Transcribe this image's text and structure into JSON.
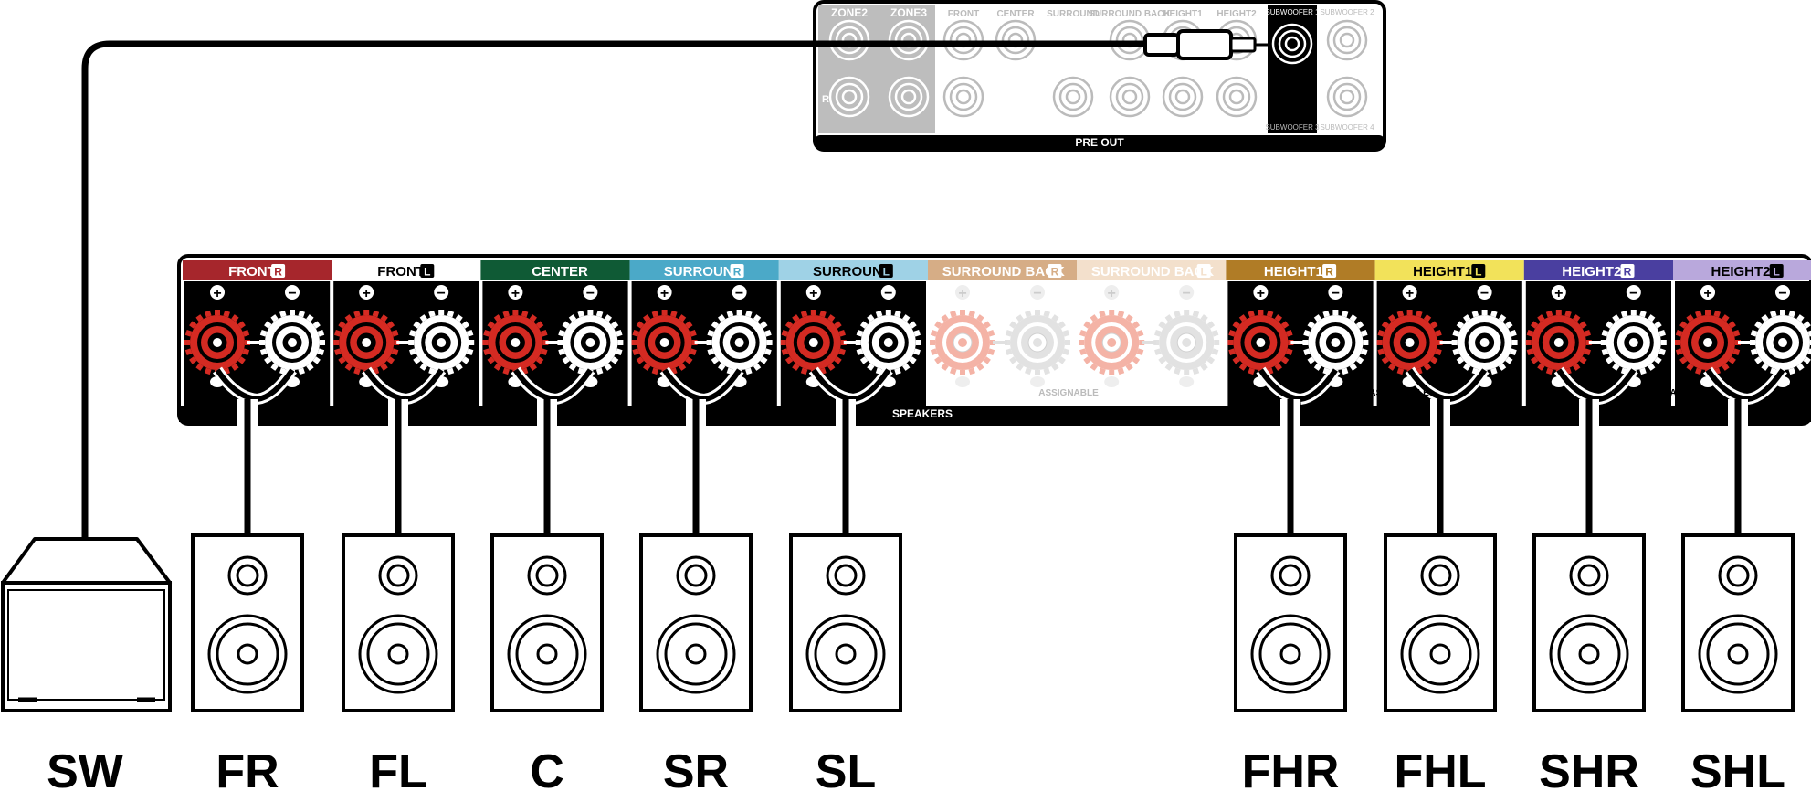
{
  "preout": {
    "title": "PRE OUT",
    "top_labels": [
      "ZONE2",
      "ZONE3",
      "FRONT",
      "CENTER",
      "SURROUND",
      "SURROUND BACK",
      "HEIGHT1",
      "HEIGHT2"
    ],
    "r_marker": "R",
    "subwoofer_labels": [
      "SUBWOOFER 1",
      "SUBWOOFER 2",
      "SUBWOOFER 3",
      "SUBWOOFER 4"
    ]
  },
  "speakers_panel": {
    "title": "SPEAKERS",
    "assignable_labels": [
      "ASSIGNABLE",
      "ASSIGNABLE",
      "ASSIGNABLE"
    ],
    "plus_symbol": "+",
    "minus_symbol": "−",
    "channels": [
      {
        "label": "FRONT",
        "side": "R",
        "color": "#a6262c",
        "text_color": "#ffffff",
        "active": true
      },
      {
        "label": "FRONT",
        "side": "L",
        "color": "#ffffff",
        "text_color": "#000000",
        "active": true
      },
      {
        "label": "CENTER",
        "side": "",
        "color": "#0f5a35",
        "text_color": "#ffffff",
        "active": true
      },
      {
        "label": "SURROUND",
        "side": "R",
        "color": "#4ba9c8",
        "text_color": "#ffffff",
        "active": true
      },
      {
        "label": "SURROUND",
        "side": "L",
        "color": "#9fd2e6",
        "text_color": "#000000",
        "active": true
      },
      {
        "label": "SURROUND BACK",
        "side": "R",
        "color": "#d6ad86",
        "text_color": "#ffffff",
        "active": false
      },
      {
        "label": "SURROUND BACK",
        "side": "L",
        "color": "#f3e0cc",
        "text_color": "#ffffff",
        "active": false
      },
      {
        "label": "HEIGHT1",
        "side": "R",
        "color": "#b07c26",
        "text_color": "#ffffff",
        "active": true
      },
      {
        "label": "HEIGHT1",
        "side": "L",
        "color": "#f2e25a",
        "text_color": "#000000",
        "active": true
      },
      {
        "label": "HEIGHT2",
        "side": "R",
        "color": "#4a3fa0",
        "text_color": "#ffffff",
        "active": true
      },
      {
        "label": "HEIGHT2",
        "side": "L",
        "color": "#b9a8dc",
        "text_color": "#000000",
        "active": true
      }
    ]
  },
  "speakers": [
    "SW",
    "FR",
    "FL",
    "C",
    "SR",
    "SL",
    "FHR",
    "FHL",
    "SHR",
    "SHL"
  ]
}
